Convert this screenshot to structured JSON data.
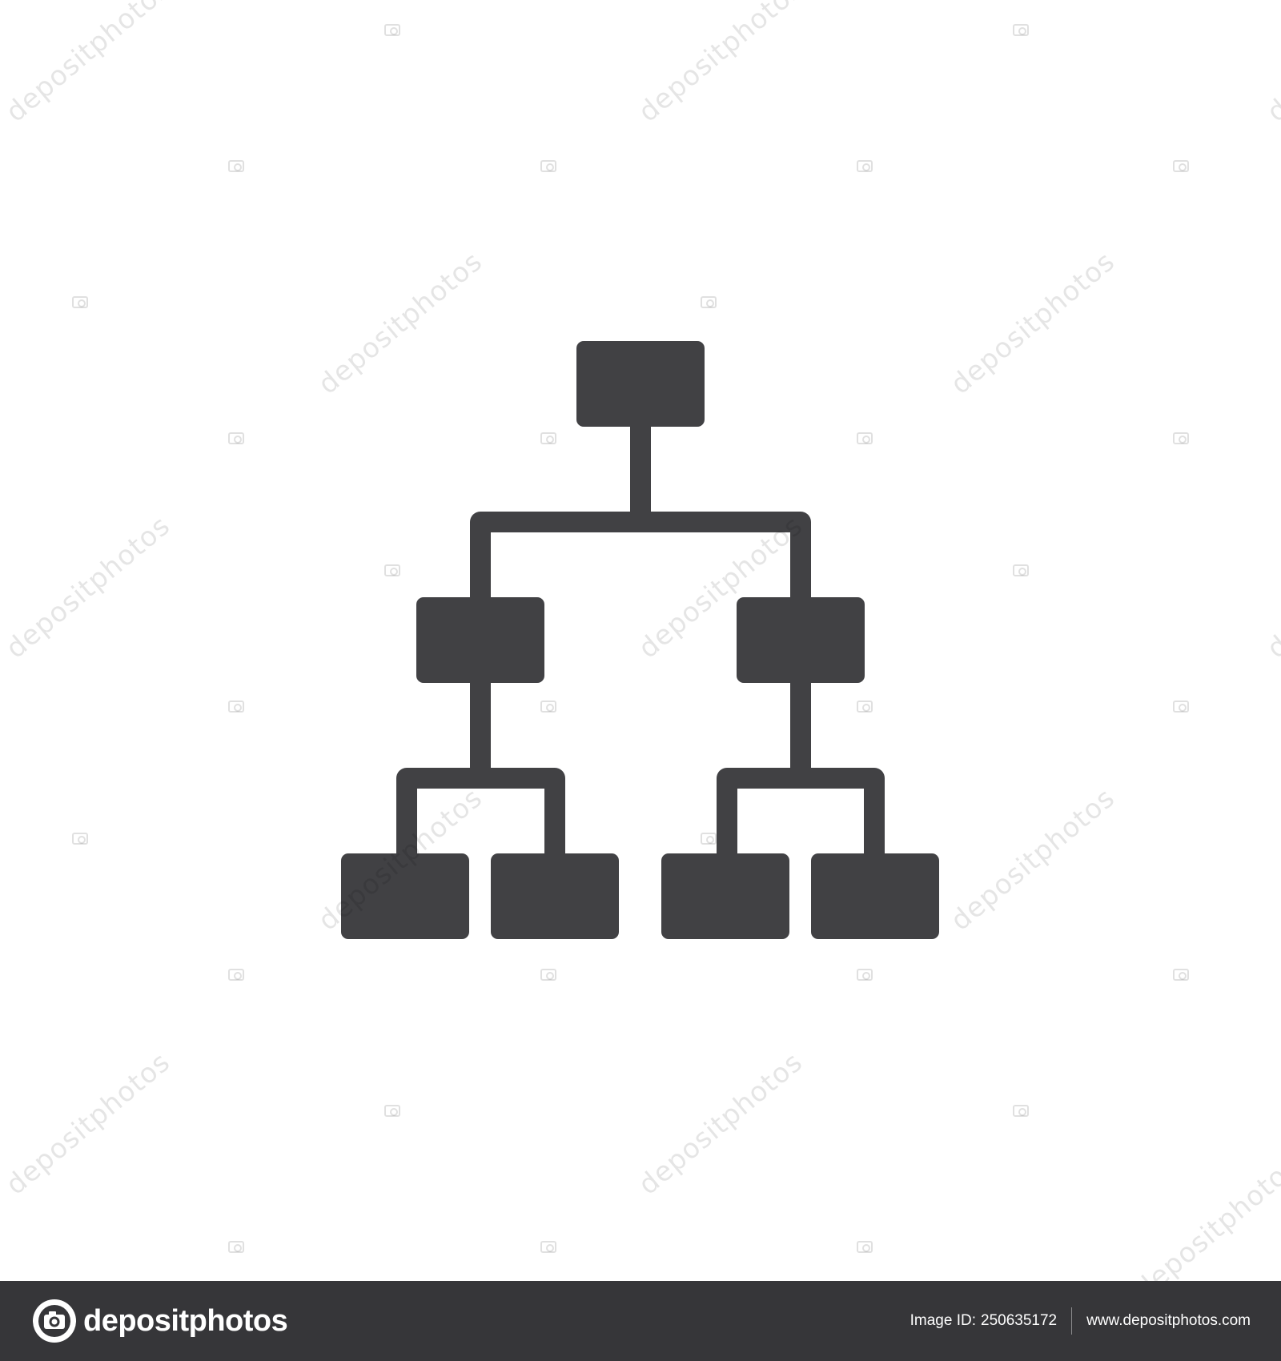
{
  "image": {
    "subject": "hierarchy-structure-icon",
    "icon_color": "#414144",
    "background_color": "#ffffff"
  },
  "watermark": {
    "text": "depositphotos",
    "camera_icon": "camera-icon"
  },
  "footer": {
    "background_color": "#363639",
    "logo_text": "depositphotos",
    "logo_icon": "depositphotos-camera-logo-icon",
    "image_id_label": "Image ID:",
    "image_id_value": "250635172",
    "website": "www.depositphotos.com"
  }
}
